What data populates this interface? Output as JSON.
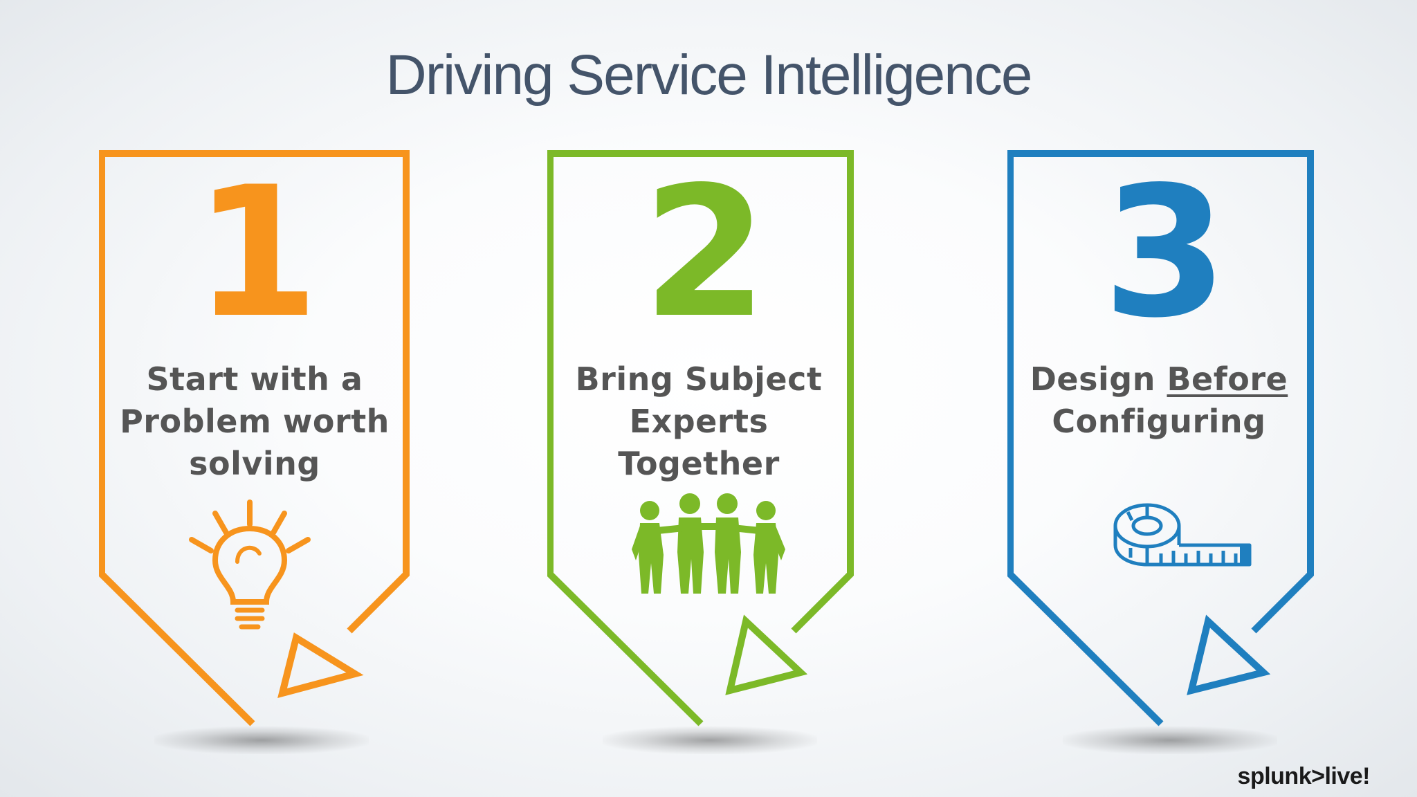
{
  "title": "Driving Service Intelligence",
  "cards": [
    {
      "number": "1",
      "color": "#f7941d",
      "lines": [
        "Start with a",
        "Problem worth",
        "solving"
      ],
      "icon": "lightbulb-icon"
    },
    {
      "number": "2",
      "color": "#7cb928",
      "lines": [
        "Bring Subject",
        "Experts",
        "Together"
      ],
      "icon": "team-icon"
    },
    {
      "number": "3",
      "color": "#1f7fbf",
      "line1_prefix": "Design ",
      "line1_underlined": "Before",
      "line2": "Configuring",
      "icon": "measuring-tape-icon"
    }
  ],
  "logo": "splunk>live!"
}
